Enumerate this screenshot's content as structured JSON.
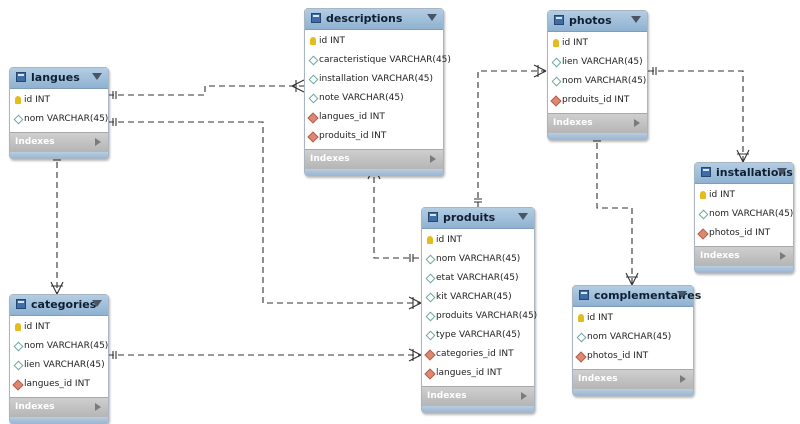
{
  "tables": {
    "langues": {
      "name": "langues",
      "columns": [
        {
          "label": "id INT",
          "key": "pk"
        },
        {
          "label": "nom VARCHAR(45)",
          "key": "col"
        }
      ],
      "indexes": "Indexes"
    },
    "descriptions": {
      "name": "descriptions",
      "columns": [
        {
          "label": "id INT",
          "key": "pk"
        },
        {
          "label": "caracteristique VARCHAR(45)",
          "key": "col"
        },
        {
          "label": "installation VARCHAR(45)",
          "key": "col"
        },
        {
          "label": "note VARCHAR(45)",
          "key": "col"
        },
        {
          "label": "langues_id INT",
          "key": "fk"
        },
        {
          "label": "produits_id INT",
          "key": "fk"
        }
      ],
      "indexes": "Indexes"
    },
    "photos": {
      "name": "photos",
      "columns": [
        {
          "label": "id INT",
          "key": "pk"
        },
        {
          "label": "lien VARCHAR(45)",
          "key": "col"
        },
        {
          "label": "nom VARCHAR(45)",
          "key": "col"
        },
        {
          "label": "produits_id INT",
          "key": "fk"
        }
      ],
      "indexes": "Indexes"
    },
    "installations": {
      "name": "installations",
      "columns": [
        {
          "label": "id INT",
          "key": "pk"
        },
        {
          "label": "nom VARCHAR(45)",
          "key": "col"
        },
        {
          "label": "photos_id INT",
          "key": "fk"
        }
      ],
      "indexes": "Indexes"
    },
    "produits": {
      "name": "produits",
      "columns": [
        {
          "label": "id INT",
          "key": "pk"
        },
        {
          "label": "nom VARCHAR(45)",
          "key": "col"
        },
        {
          "label": "etat VARCHAR(45)",
          "key": "col"
        },
        {
          "label": "kit VARCHAR(45)",
          "key": "col"
        },
        {
          "label": "produits VARCHAR(45)",
          "key": "col"
        },
        {
          "label": "type VARCHAR(45)",
          "key": "col"
        },
        {
          "label": "categories_id INT",
          "key": "fk"
        },
        {
          "label": "langues_id INT",
          "key": "fk"
        }
      ],
      "indexes": "Indexes"
    },
    "categories": {
      "name": "categories",
      "columns": [
        {
          "label": "id INT",
          "key": "pk"
        },
        {
          "label": "nom VARCHAR(45)",
          "key": "col"
        },
        {
          "label": "lien VARCHAR(45)",
          "key": "col"
        },
        {
          "label": "langues_id INT",
          "key": "fk"
        }
      ],
      "indexes": "Indexes"
    },
    "complementaires": {
      "name": "complementaires",
      "columns": [
        {
          "label": "id INT",
          "key": "pk"
        },
        {
          "label": "nom VARCHAR(45)",
          "key": "col"
        },
        {
          "label": "photos_id INT",
          "key": "fk"
        }
      ],
      "indexes": "Indexes"
    }
  },
  "relationships": [
    {
      "from": "langues",
      "to": "descriptions",
      "from_card": "one",
      "to_card": "many"
    },
    {
      "from": "produits",
      "to": "descriptions",
      "from_card": "one",
      "to_card": "many"
    },
    {
      "from": "produits",
      "to": "photos",
      "from_card": "one",
      "to_card": "many"
    },
    {
      "from": "photos",
      "to": "installations",
      "from_card": "one",
      "to_card": "many"
    },
    {
      "from": "photos",
      "to": "complementaires",
      "from_card": "one",
      "to_card": "many"
    },
    {
      "from": "langues",
      "to": "categories",
      "from_card": "one",
      "to_card": "many"
    },
    {
      "from": "langues",
      "to": "produits",
      "from_card": "one",
      "to_card": "many"
    },
    {
      "from": "categories",
      "to": "produits",
      "from_card": "one",
      "to_card": "many"
    }
  ],
  "colors": {
    "header": "#9dbdd9",
    "line": "#333333",
    "indexes_bar": "#c2c2c2",
    "pk": "#e4bd1d",
    "fk": "#dc8872"
  }
}
